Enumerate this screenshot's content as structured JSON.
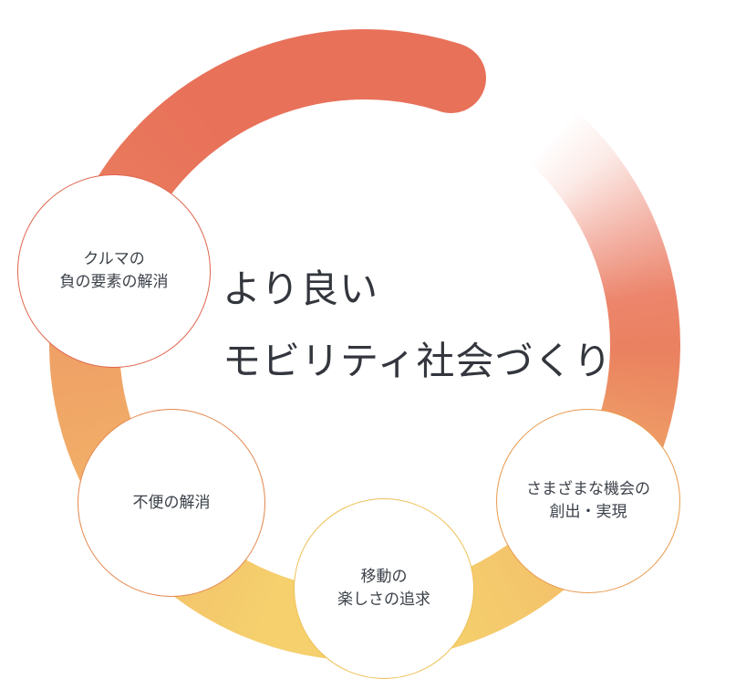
{
  "diagram": {
    "title": {
      "line1": "より良い",
      "line2": "モビリティ社会づくり"
    },
    "nodes": [
      {
        "name": "car-negative-elements",
        "lines": [
          "クルマの",
          "負の要素の解消"
        ],
        "border_color": "#e0654e"
      },
      {
        "name": "inconvenience-elimination",
        "lines": [
          "不便の解消"
        ],
        "border_color": "#e58b54"
      },
      {
        "name": "joy-of-mobility",
        "lines": [
          "移動の",
          "楽しさの追求"
        ],
        "border_color": "#eec158"
      },
      {
        "name": "opportunity-creation",
        "lines": [
          "さまざまな機会の",
          "創出・実現"
        ],
        "border_color": "#e9994b"
      }
    ],
    "ring_colors": {
      "top": "#e8715a",
      "right": "#efa067",
      "bottom": "#f5d06d",
      "left": "#efa066",
      "fade_segment": "white-to-coral top-right"
    },
    "text_color": "#33363d"
  }
}
